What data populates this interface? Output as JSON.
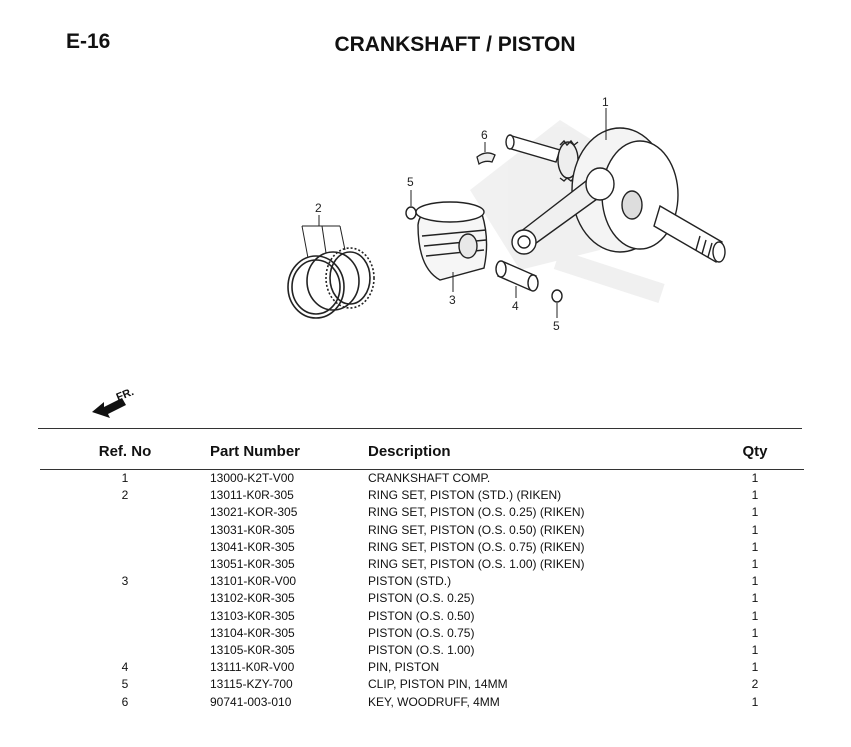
{
  "header": {
    "page_code": "E-16",
    "title": "CRANKSHAFT / PISTON"
  },
  "diagram": {
    "callouts": [
      "1",
      "2",
      "3",
      "4",
      "5",
      "5",
      "6"
    ],
    "direction_label": "FR."
  },
  "table": {
    "columns": [
      "Ref. No",
      "Part Number",
      "Description",
      "Qty"
    ],
    "rows": [
      {
        "ref": "1",
        "part": "13000-K2T-V00",
        "desc": "CRANKSHAFT COMP.",
        "qty": "1"
      },
      {
        "ref": "2",
        "part": "13011-K0R-305",
        "desc": "RING SET, PISTON (STD.) (RIKEN)",
        "qty": "1"
      },
      {
        "ref": "",
        "part": "13021-KOR-305",
        "desc": "RING SET, PISTON (O.S. 0.25) (RIKEN)",
        "qty": "1"
      },
      {
        "ref": "",
        "part": "13031-K0R-305",
        "desc": "RING SET, PISTON (O.S. 0.50) (RIKEN)",
        "qty": "1"
      },
      {
        "ref": "",
        "part": "13041-K0R-305",
        "desc": "RING SET, PISTON (O.S. 0.75) (RIKEN)",
        "qty": "1"
      },
      {
        "ref": "",
        "part": "13051-K0R-305",
        "desc": "RING SET, PISTON (O.S. 1.00) (RIKEN)",
        "qty": "1"
      },
      {
        "ref": "3",
        "part": "13101-K0R-V00",
        "desc": "PISTON (STD.)",
        "qty": "1"
      },
      {
        "ref": "",
        "part": "13102-K0R-305",
        "desc": "PISTON (O.S. 0.25)",
        "qty": "1"
      },
      {
        "ref": "",
        "part": "13103-K0R-305",
        "desc": "PISTON (O.S. 0.50)",
        "qty": "1"
      },
      {
        "ref": "",
        "part": "13104-K0R-305",
        "desc": "PISTON (O.S. 0.75)",
        "qty": "1"
      },
      {
        "ref": "",
        "part": "13105-K0R-305",
        "desc": "PISTON (O.S. 1.00)",
        "qty": "1"
      },
      {
        "ref": "4",
        "part": "13111-K0R-V00",
        "desc": "PIN, PISTON",
        "qty": "1"
      },
      {
        "ref": "5",
        "part": "13115-KZY-700",
        "desc": "CLIP, PISTON PIN, 14MM",
        "qty": "2"
      },
      {
        "ref": "6",
        "part": "90741-003-010",
        "desc": "KEY, WOODRUFF, 4MM",
        "qty": "1"
      }
    ]
  }
}
